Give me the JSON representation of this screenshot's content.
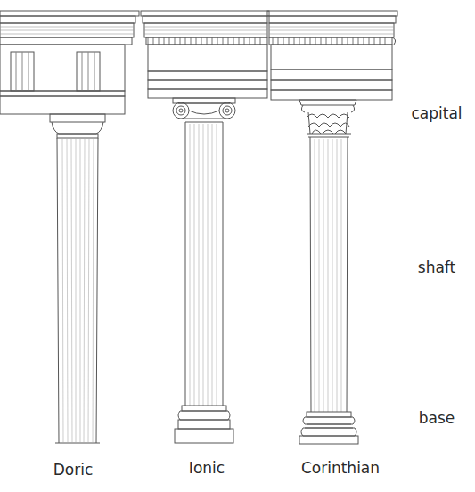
{
  "diagram": {
    "labels": [
      "capital",
      "shaft",
      "base",
      "Doric",
      "Ionic",
      "Corinthian"
    ]
  }
}
